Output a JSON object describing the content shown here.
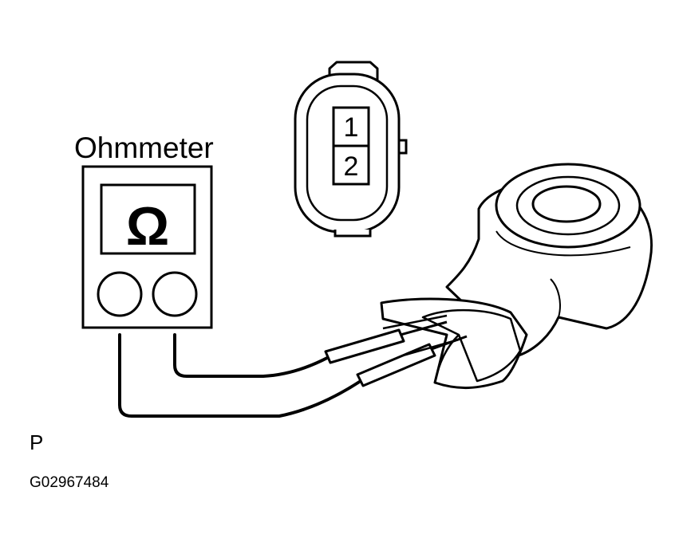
{
  "meter": {
    "title": "Ohmmeter",
    "symbol": "Ω"
  },
  "connector": {
    "pins": [
      "1",
      "2"
    ]
  },
  "view_letter": "P",
  "figure_code": "G02967484",
  "colors": {
    "ink": "#000000",
    "fill": "#ffffff",
    "shade": "#eeeeee"
  }
}
